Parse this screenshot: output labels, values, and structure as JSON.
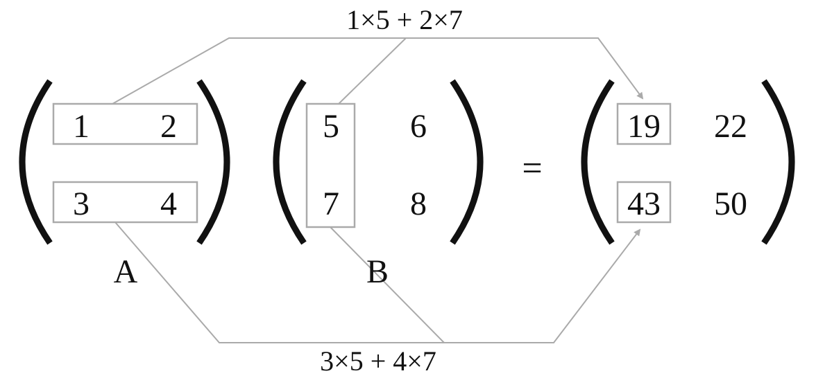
{
  "matrix_a": {
    "label": "A",
    "cells": [
      "1",
      "2",
      "3",
      "4"
    ]
  },
  "matrix_b": {
    "label": "B",
    "cells": [
      "5",
      "6",
      "7",
      "8"
    ]
  },
  "equals": "=",
  "result": {
    "cells": [
      "19",
      "22",
      "43",
      "50"
    ]
  },
  "formulas": {
    "top": "1×5 + 2×7",
    "bottom": "3×5 + 4×7"
  },
  "colors": {
    "text": "#111111",
    "highlight": "#aaaaaa"
  }
}
